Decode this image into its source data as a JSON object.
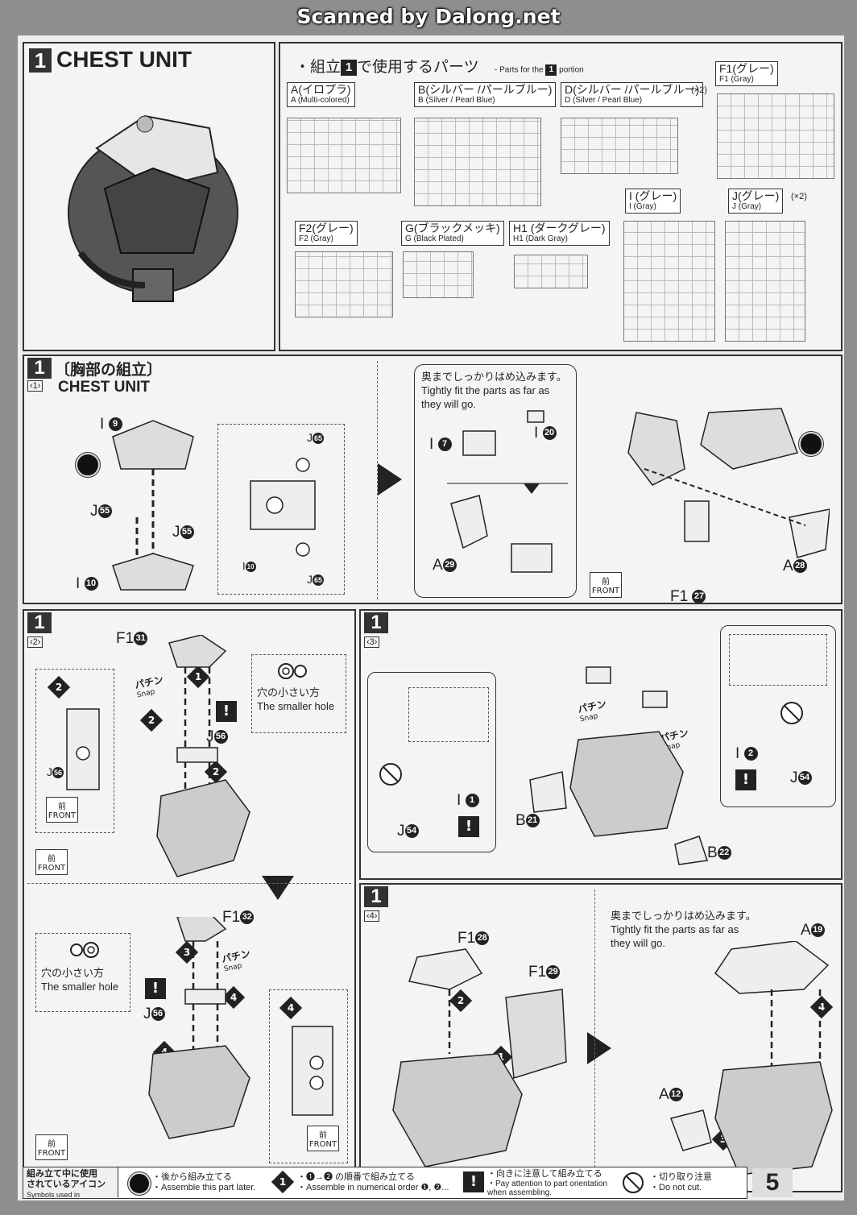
{
  "scanner": "Scanned by Dalong.net",
  "page_number": "5",
  "header": {
    "step": "1",
    "title": "CHEST UNIT",
    "parts_title": "・組立",
    "parts_title_step": "1",
    "parts_title_suffix": "で使用するパーツ",
    "parts_for": "- Parts for the",
    "parts_for_step": "1",
    "parts_for_suffix": "portion"
  },
  "runners": [
    {
      "jp": "A(イロプラ)",
      "en": "A (Multi-colored)",
      "mult": ""
    },
    {
      "jp": "B(シルバー /パールブルー)",
      "en": "B (Silver / Pearl Blue)",
      "mult": ""
    },
    {
      "jp": "D(シルバー /パールブルー)",
      "en": "D (Silver / Pearl Blue)",
      "mult": "(×2)"
    },
    {
      "jp": "F1(グレー)",
      "en": "F1 (Gray)",
      "mult": ""
    },
    {
      "jp": "I (グレー)",
      "en": "I (Gray)",
      "mult": ""
    },
    {
      "jp": "J(グレー)",
      "en": "J (Gray)",
      "mult": "(×2)"
    },
    {
      "jp": "F2(グレー)",
      "en": "F2 (Gray)",
      "mult": ""
    },
    {
      "jp": "G(ブラックメッキ)",
      "en": "G (Black Plated)",
      "mult": ""
    },
    {
      "jp": "H1 (ダークグレー)",
      "en": "H1 (Dark Gray)",
      "mult": ""
    }
  ],
  "step1": {
    "num": "1",
    "sub": "‹1›",
    "jp": "〔胸部の組立〕",
    "en": "CHEST UNIT",
    "labels": [
      "I",
      "J",
      "J",
      "I",
      "J",
      "J",
      "I",
      "I",
      "I",
      "A",
      "A",
      "F1"
    ],
    "nums": [
      "9",
      "55",
      "55",
      "10",
      "65",
      "65",
      "10",
      "7",
      "20",
      "29",
      "28",
      "27"
    ],
    "note_jp": "奥までしっかりはめ込みます。",
    "note_en1": "Tightly fit the parts as far as",
    "note_en2": "they will go.",
    "front_jp": "前",
    "front_en": "FRONT"
  },
  "step2": {
    "num": "1",
    "sub": "‹2›",
    "labels": [
      "F1",
      "J",
      "J",
      "F1",
      "J",
      "J"
    ],
    "nums": [
      "31",
      "56",
      "56",
      "32",
      "56",
      "56"
    ],
    "snap_jp": "パチン",
    "snap_en": "Snap",
    "hole_jp": "穴の小さい方",
    "hole_en": "The smaller hole",
    "front_jp": "前",
    "front_en": "FRONT",
    "order": [
      "1",
      "2",
      "2",
      "2",
      "3",
      "4",
      "4",
      "4"
    ]
  },
  "step3": {
    "num": "1",
    "sub": "‹3›",
    "labels": [
      "J",
      "I",
      "B",
      "B",
      "I",
      "J"
    ],
    "nums": [
      "54",
      "1",
      "21",
      "22",
      "2",
      "54"
    ],
    "snap_jp": "パチン",
    "snap_en": "Snap"
  },
  "step4": {
    "num": "1",
    "sub": "‹4›",
    "labels": [
      "F1",
      "F1",
      "A",
      "A"
    ],
    "nums": [
      "28",
      "29",
      "19",
      "12"
    ],
    "note_jp": "奥までしっかりはめ込みます。",
    "note_en1": "Tightly fit the parts as far as",
    "note_en2": "they will go.",
    "order": [
      "2",
      "1",
      "4",
      "3"
    ]
  },
  "legend": {
    "title_jp1": "組み立て中に使用",
    "title_jp2": "されているアイコン",
    "title_en": "Symbols used in instructions",
    "items": [
      {
        "jp": "・後から組み立てる",
        "en": "・Assemble this part later."
      },
      {
        "jp": "・❶→❷ の順番で組み立てる",
        "en": "・Assemble in numerical order ❶, ❷..."
      },
      {
        "jp": "・向きに注意して組み立てる",
        "en": "・Pay attention to part orientation when assembling."
      },
      {
        "jp": "・切り取り注意",
        "en": "・Do not cut."
      }
    ]
  }
}
